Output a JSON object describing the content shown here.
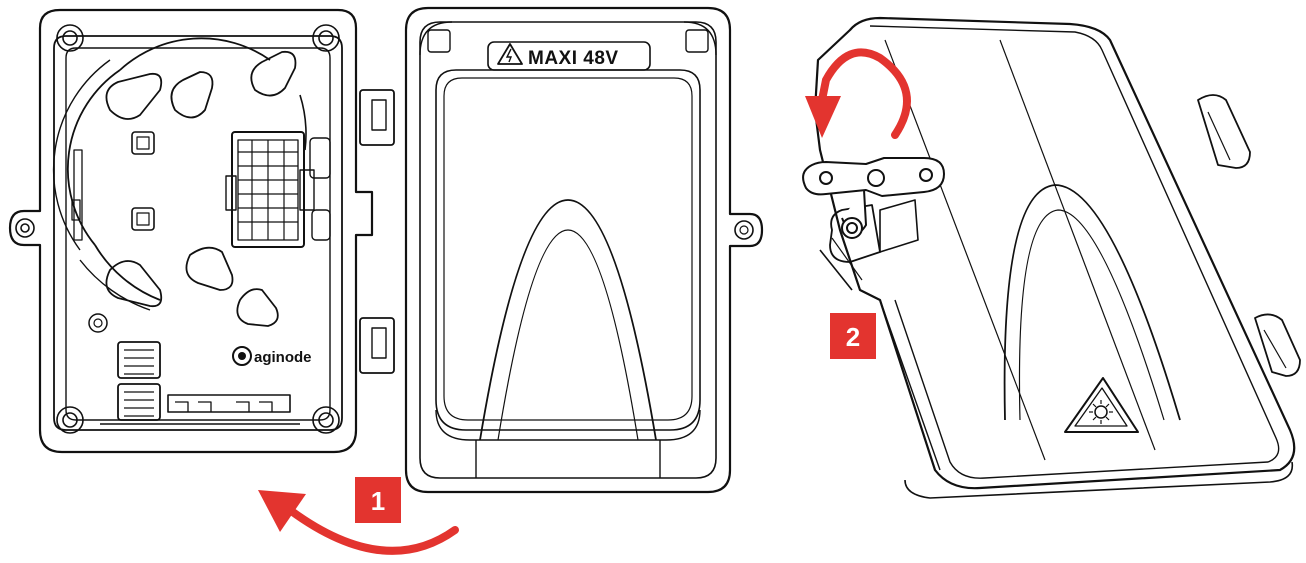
{
  "lid_label": "MAXI 48V",
  "brand": "aginode",
  "steps": [
    {
      "label": "1",
      "color": "#e3342f"
    },
    {
      "label": "2",
      "color": "#e3342f"
    }
  ],
  "colors": {
    "line": "#111111",
    "accent": "#e3342f",
    "background": "#ffffff"
  },
  "icons": [
    "lightning-warning-icon",
    "laser-warning-icon",
    "aginode-logo-icon"
  ]
}
